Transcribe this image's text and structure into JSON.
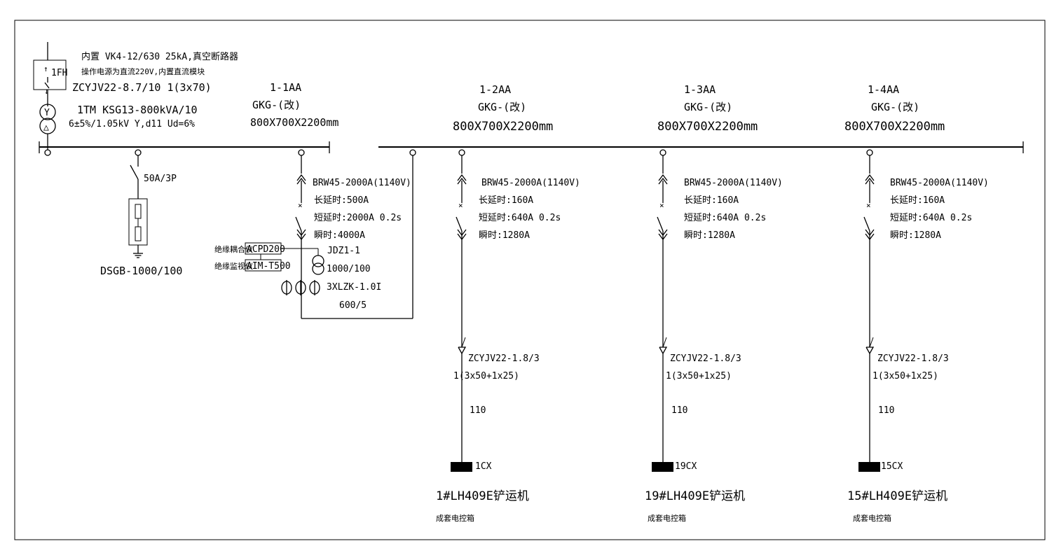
{
  "incoming": {
    "breaker_line1": "内置 VK4-12/630 25kA,真空断路器",
    "breaker_line2": "操作电源为直流220V,内置直流模块",
    "fh_label": "1FH",
    "cable": "ZCYJV22-8.7/10 1(3x70)",
    "tm_label": "1TM  KSG13-800kVA/10",
    "tm_spec": "6±5%/1.05kV  Y,d11 Ud=6%",
    "tm_y": "Y",
    "tm_d": "△"
  },
  "cabinet_1": {
    "name": "1-1AA",
    "model": "GKG-(改)",
    "size": "800X700X2200mm"
  },
  "arrester": {
    "breaker": "50A/3P",
    "model": "DSGB-1000/100"
  },
  "main_breaker": {
    "model": "BRW45-2000A(1140V)",
    "long_delay": "长延时:500A",
    "short_delay": "短延时:2000A 0.2s",
    "instant": "瞬时:4000A",
    "pt_model": "JDZ1-1",
    "pt_ratio": "1000/100",
    "ct_model": "3XLZK-1.0I",
    "ct_ratio": "600/5",
    "device_1_label": "绝缘耦合仪",
    "device_1_model": "ACPD200",
    "device_2_label": "绝缘监视仪",
    "device_2_model": "AIM-T500"
  },
  "feeders": [
    {
      "name": "1-2AA",
      "model": "GKG-(改)",
      "size": "800X700X2200mm",
      "breaker": "BRW45-2000A(1140V)",
      "long_delay": "长延时:160A",
      "short_delay": "短延时:640A 0.2s",
      "instant": "瞬时:1280A",
      "cable_model": "ZCYJV22-1.8/3",
      "cable_spec": "1(3x50+1x25)",
      "length": "110",
      "load_id": "1CX",
      "load_name": "1#LH409E铲运机",
      "box": "成套电控箱"
    },
    {
      "name": "1-3AA",
      "model": "GKG-(改)",
      "size": "800X700X2200mm",
      "breaker": "BRW45-2000A(1140V)",
      "long_delay": "长延时:160A",
      "short_delay": "短延时:640A 0.2s",
      "instant": "瞬时:1280A",
      "cable_model": "ZCYJV22-1.8/3",
      "cable_spec": "1(3x50+1x25)",
      "length": "110",
      "load_id": "19CX",
      "load_name": "19#LH409E铲运机",
      "box": "成套电控箱"
    },
    {
      "name": "1-4AA",
      "model": "GKG-(改)",
      "size": "800X700X2200mm",
      "breaker": "BRW45-2000A(1140V)",
      "long_delay": "长延时:160A",
      "short_delay": "短延时:640A 0.2s",
      "instant": "瞬时:1280A",
      "cable_model": "ZCYJV22-1.8/3",
      "cable_spec": "1(3x50+1x25)",
      "length": "110",
      "load_id": "15CX",
      "load_name": "15#LH409E铲运机",
      "box": "成套电控箱"
    }
  ]
}
